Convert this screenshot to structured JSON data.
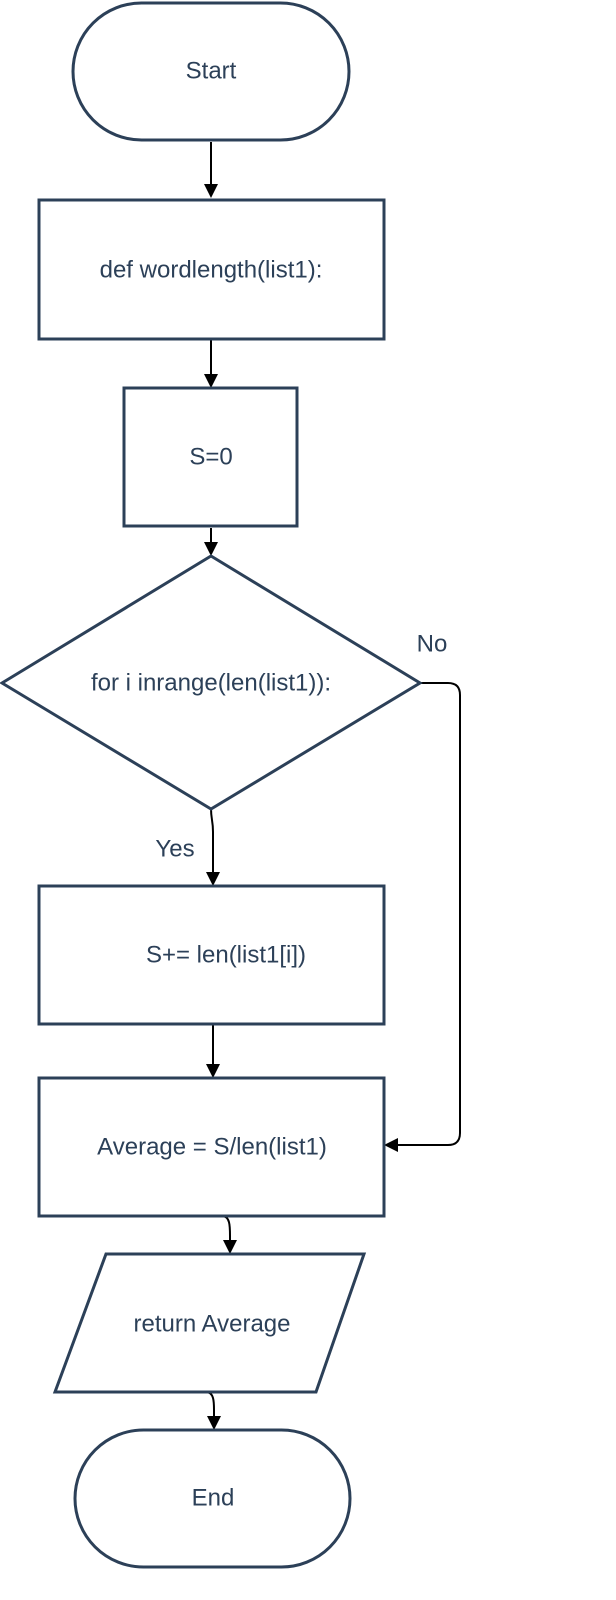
{
  "colors": {
    "shape_stroke": "#2c4058",
    "text": "#2c4058",
    "connector": "#000000",
    "background": "#ffffff"
  },
  "nodes": {
    "start": "Start",
    "def": "def wordlength(list1):",
    "init": "S=0",
    "loop": "for i inrange(len(list1)):",
    "accumulate": "S+= len(list1[i])",
    "average": "Average = S/len(list1)",
    "return": "return Average",
    "end": "End"
  },
  "edges": {
    "yes": "Yes",
    "no": "No"
  }
}
